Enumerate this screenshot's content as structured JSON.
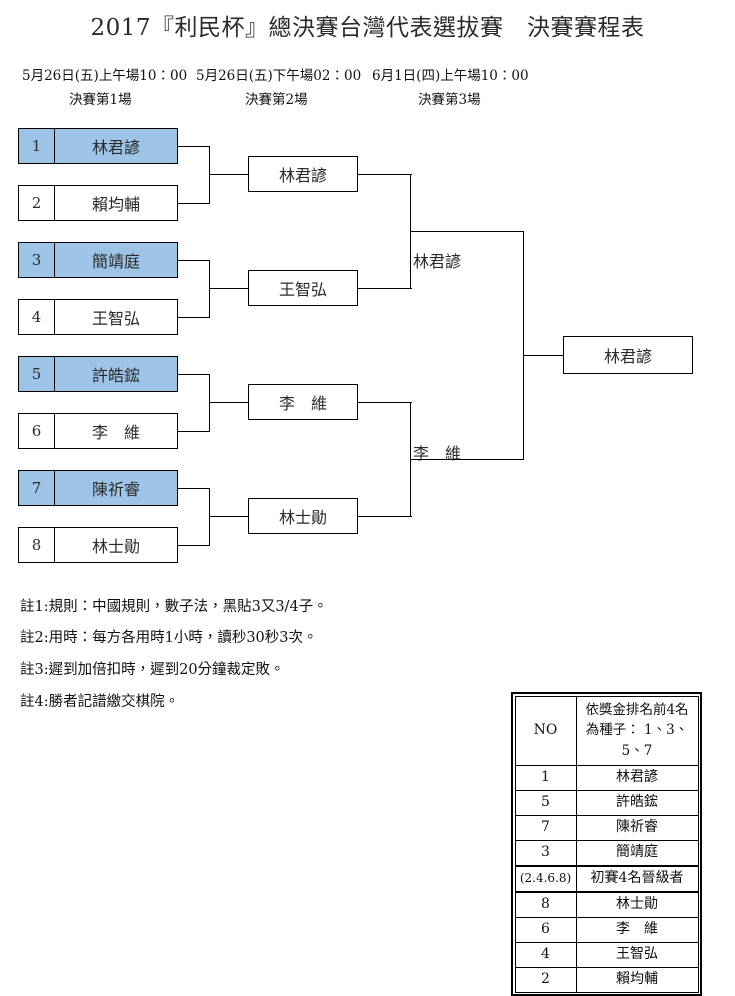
{
  "title": "2017『利民杯』總決賽台灣代表選拔賽　決賽賽程表",
  "rounds": [
    {
      "date": "5月26日(五)上午場10：00",
      "name": "決賽第1場"
    },
    {
      "date": "5月26日(五)下午場02：00",
      "name": "決賽第2場"
    },
    {
      "date": "6月1日(四)上午場10：00",
      "name": "決賽第3場"
    }
  ],
  "bracket": {
    "round1": [
      {
        "seed": "1",
        "name": "林君諺",
        "seeded": true
      },
      {
        "seed": "2",
        "name": "賴均輔",
        "seeded": false
      },
      {
        "seed": "3",
        "name": "簡靖庭",
        "seeded": true
      },
      {
        "seed": "4",
        "name": "王智弘",
        "seeded": false
      },
      {
        "seed": "5",
        "name": "許皓鋐",
        "seeded": true
      },
      {
        "seed": "6",
        "name": "李　維",
        "seeded": false
      },
      {
        "seed": "7",
        "name": "陳祈睿",
        "seeded": true
      },
      {
        "seed": "8",
        "name": "林士勛",
        "seeded": false
      }
    ],
    "round2": [
      {
        "name": "林君諺"
      },
      {
        "name": "王智弘"
      },
      {
        "name": "李　維"
      },
      {
        "name": "林士勛"
      }
    ],
    "semifinal": [
      {
        "name": "林君諺"
      },
      {
        "name": "李　維"
      }
    ],
    "champion": {
      "name": "林君諺"
    }
  },
  "notes": [
    "註1:規則：中國規則，數子法，黑貼3又3/4子。",
    "註2:用時：每方各用時1小時，讀秒30秒3次。",
    "註3:遲到加倍扣時，遲到20分鐘裁定敗。",
    "註4:勝者記譜繳交棋院。"
  ],
  "seed_table": {
    "header_no": "NO",
    "header_desc": "依獎金排名前4名\n為種子： 1、3、\n5、7",
    "rows": [
      {
        "no": "1",
        "name": "林君諺",
        "divider": false,
        "small": false
      },
      {
        "no": "5",
        "name": "許皓鋐",
        "divider": false,
        "small": false
      },
      {
        "no": "7",
        "name": "陳祈睿",
        "divider": false,
        "small": false
      },
      {
        "no": "3",
        "name": "簡靖庭",
        "divider": false,
        "small": false
      },
      {
        "no": "(2.4.6.8)",
        "name": "初賽4名晉級者",
        "divider": true,
        "small": true
      },
      {
        "no": "8",
        "name": "林士勛",
        "divider": false,
        "small": false
      },
      {
        "no": "6",
        "name": "李　維",
        "divider": false,
        "small": false
      },
      {
        "no": "4",
        "name": "王智弘",
        "divider": false,
        "small": false
      },
      {
        "no": "2",
        "name": "賴均輔",
        "divider": false,
        "small": false
      }
    ]
  },
  "colors": {
    "seed_fill": "#9dc3e6",
    "line": "#000000",
    "text": "#1a1a1a"
  }
}
